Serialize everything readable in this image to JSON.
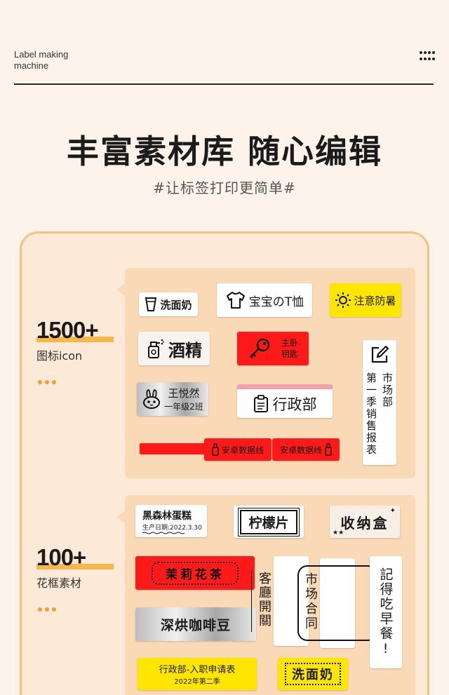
{
  "header": {
    "brand_line1": "Label making",
    "brand_line2": "machine"
  },
  "hero": {
    "title": "丰富素材库 随心编辑",
    "subtitle": "#让标签打印更简单#"
  },
  "section_icons": {
    "count": "1500+",
    "label": "图标icon",
    "labels": {
      "milk": "洗面奶",
      "tshirt": "宝宝のT恤",
      "sun": "注意防暑",
      "alcohol": "酒精",
      "key_line1": "主卧",
      "key_line2": "钥匙",
      "name": "王悦然",
      "grade": "一年级2班",
      "admin": "行政部",
      "market_col1": "市场部",
      "market_col2": "第一季销售报表",
      "cable": "安卓数据线"
    }
  },
  "section_frames": {
    "count": "100+",
    "label": "花框素材",
    "labels": {
      "cake": "黑森林蛋糕",
      "cake_date": "生产日期:2022.3.30",
      "lemon": "柠檬片",
      "box": "收纳盒",
      "jasmine": "茉莉花茶",
      "coffee": "深烘咖啡豆",
      "switch": "客廳開關",
      "contract": "市场合同",
      "breakfast": "記得吃早餐!",
      "hr_form": "行政部-入职申请表",
      "season": "2022年第二季",
      "cleanser": "洗面奶"
    }
  },
  "colors": {
    "background": "#fdf3ea",
    "card": "#fde9d7",
    "card_border": "#f5c27a",
    "panel": "#fad9b6",
    "accent": "#f7b84b",
    "yellow_label": "#ffe600",
    "red_label": "#ff1a1a"
  },
  "icons": [
    "menu-grid-icon",
    "cup-icon",
    "tshirt-icon",
    "sun-icon",
    "spray-bottle-icon",
    "key-icon",
    "rabbit-icon",
    "clipboard-icon",
    "pencil-square-icon",
    "usb-plug-icon",
    "star-icon"
  ]
}
